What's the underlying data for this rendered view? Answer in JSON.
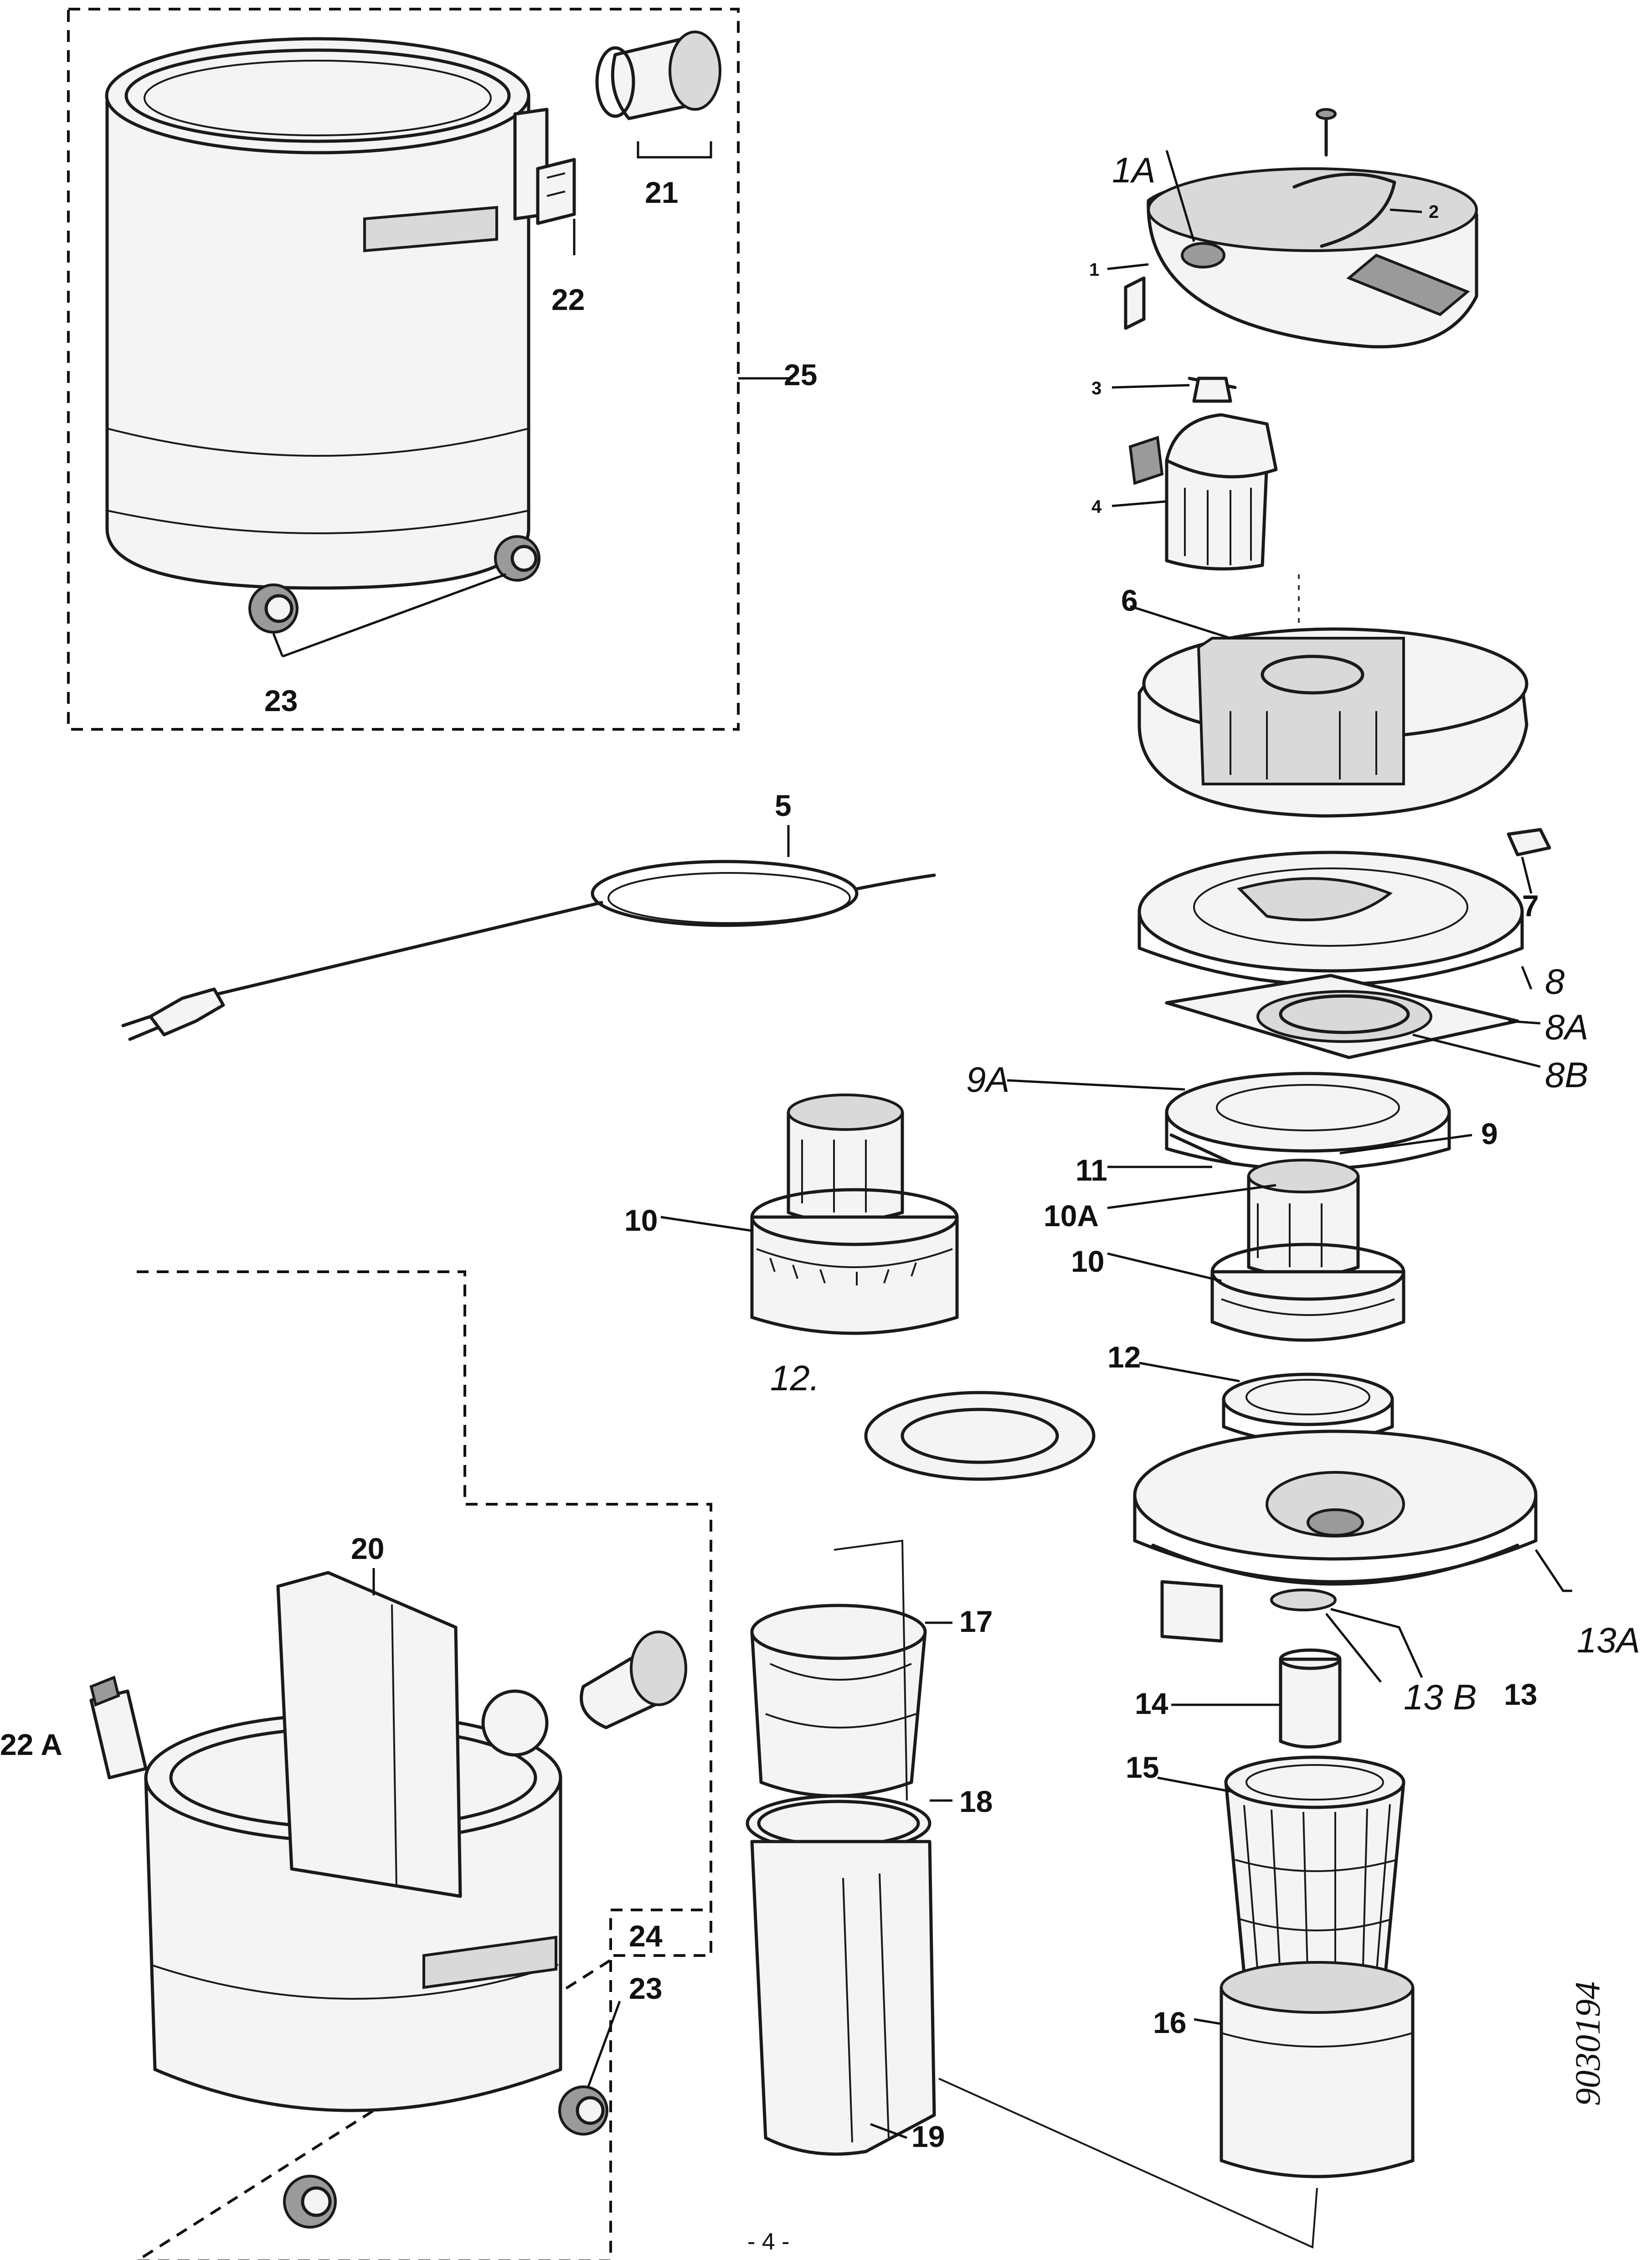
{
  "labels": {
    "l1A": "1A",
    "l1": "1",
    "l2": "2",
    "l3": "3",
    "l4": "4",
    "l5": "5",
    "l6": "6",
    "l7": "7",
    "l8": "8",
    "l8A": "8A",
    "l8B": "8B",
    "l9A": "9A",
    "l9": "9",
    "l10left": "10",
    "l10right": "10",
    "l10A": "10A",
    "l11": "11",
    "l12left": "12.",
    "l12right": "12",
    "l13": "13",
    "l13A": "13A",
    "l13B": "13 B",
    "l14": "14",
    "l15": "15",
    "l16": "16",
    "l17": "17",
    "l18": "18",
    "l19": "19",
    "l20": "20",
    "l21": "21",
    "l22": "22",
    "l22A": "22 A",
    "l23top": "23",
    "l23bottom": "23",
    "l24": "24",
    "l25": "25"
  },
  "page_number": "- 4 -",
  "document_code": "9030194"
}
